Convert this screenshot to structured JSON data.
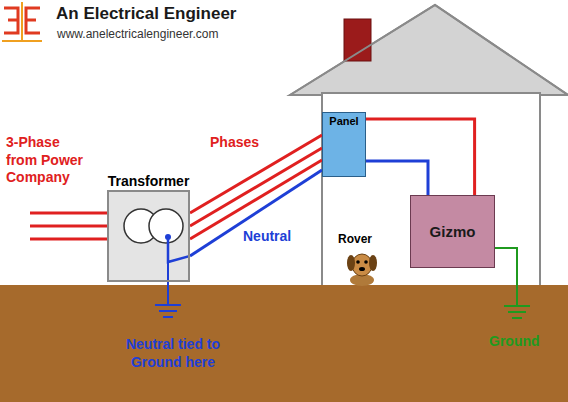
{
  "diagram": {
    "nodes": [
      {
        "text": [
          "Transformer"
        ]
      },
      {
        "text": [
          "Panel"
        ]
      },
      {
        "text": [
          "Gizmo"
        ]
      }
    ],
    "edges": [
      {
        "from": 0,
        "to": 1,
        "arrow": "none",
        "label": "Phases"
      },
      {
        "from": 0,
        "to": 1,
        "arrow": "none",
        "label": "Neutral"
      },
      {
        "from": 1,
        "to": 2,
        "arrow": "none"
      },
      {
        "from": 1,
        "to": 2,
        "arrow": "none"
      }
    ],
    "labels": [
      "An Electrical Engineer",
      "www.anelectricalengineer.com",
      "3-Phase from Power Company",
      "Rover",
      "Neutral tied to Ground here",
      "Ground"
    ]
  }
}
